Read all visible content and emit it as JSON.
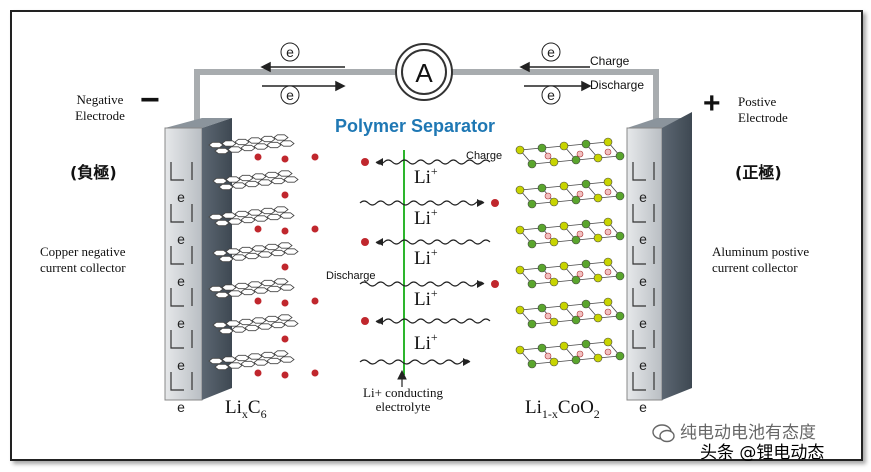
{
  "electron_symbol": "e",
  "ammeter_label": "A",
  "charge_label": "Charge",
  "discharge_label": "Discharge",
  "negative_electrode": {
    "sign": "−",
    "line1": "Negative",
    "line2": "Electrode",
    "chinese": "(負極)",
    "collector_line1": "Copper negative",
    "collector_line2": "current collector",
    "compound_main": "Li",
    "compound_sub": "x",
    "compound_rest": "C",
    "compound_sub2": "6"
  },
  "positive_electrode": {
    "sign": "+",
    "line1": "Postive",
    "line2": "Electrode",
    "chinese": "(正極)",
    "collector_line1": "Aluminum postive",
    "collector_line2": "current collector",
    "compound_main": "Li",
    "compound_sub": "1-x",
    "compound_rest": "CoO",
    "compound_sub2": "2"
  },
  "separator_title": "Polymer Separator",
  "li_ion": "Li",
  "li_charge": "+",
  "electrolyte_line1": "Li+ conducting",
  "electrolyte_line2": "electrolyte",
  "watermark": {
    "line1": "纯电动电池有态度",
    "line2": "头条 @锂电动态"
  },
  "colors": {
    "separator": "#2db52d",
    "title": "#1f78b4",
    "lithium_dot": "#c0272d",
    "cobalt": "#c8d400",
    "oxygen": "#5aa52d",
    "collector": "#d0d3d6",
    "collector_edge": "#4f5b66"
  }
}
